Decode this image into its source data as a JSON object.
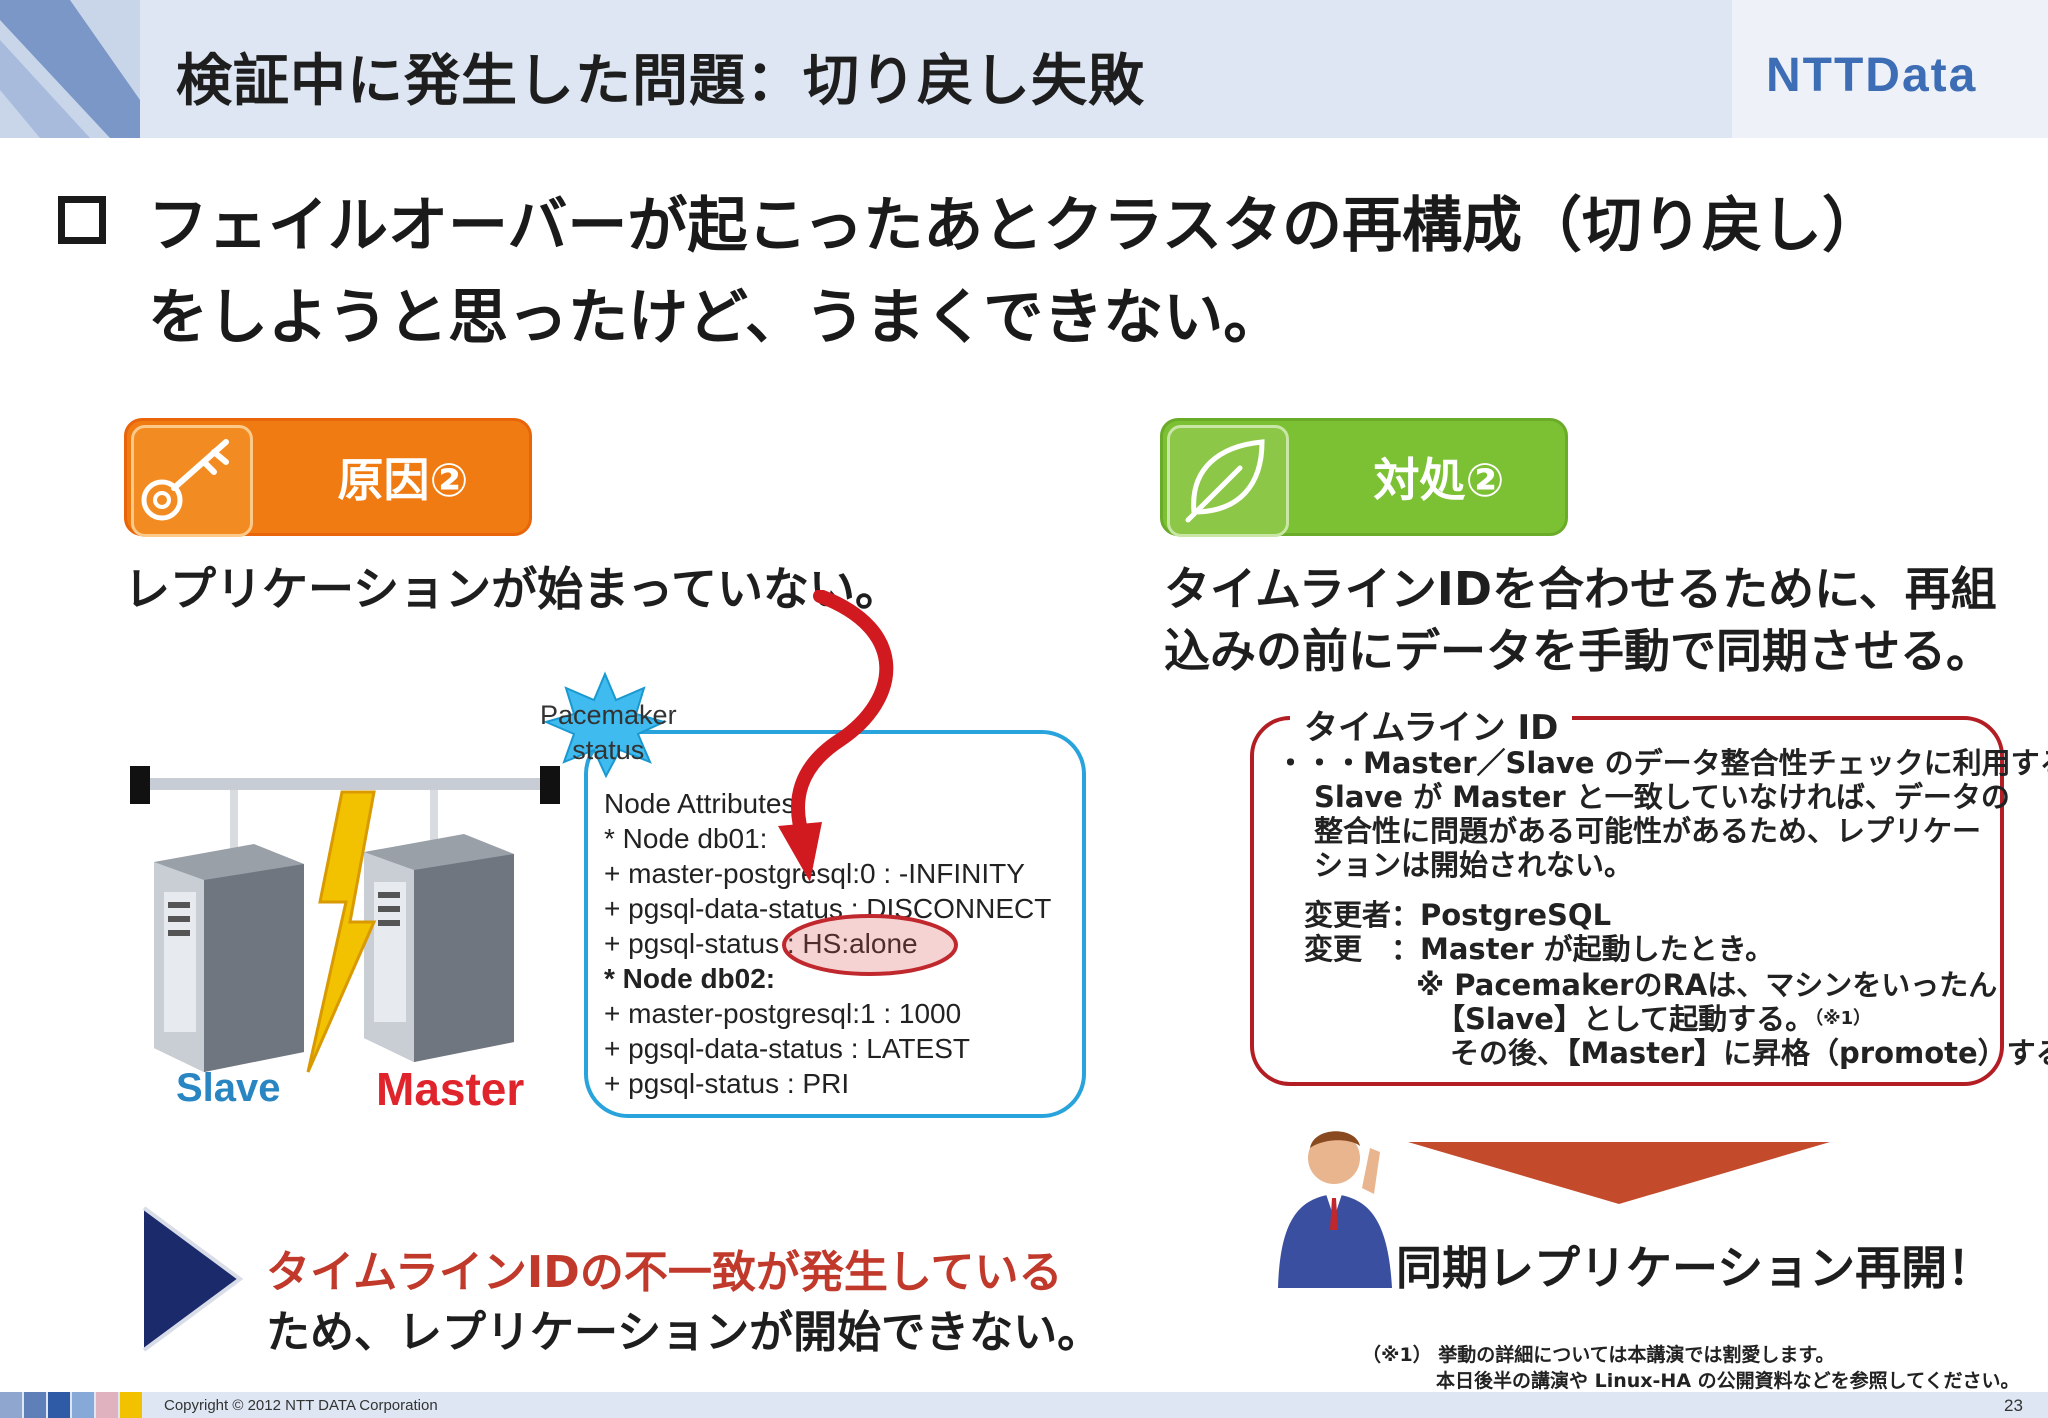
{
  "header": {
    "title": "検証中に発生した問題：切り戻し失敗",
    "logo": "NTTData"
  },
  "headline": {
    "line1": "フェイルオーバーが起こったあとクラスタの再構成（切り戻し）",
    "line2": "をしようと思ったけど、うまくできない。"
  },
  "cause": {
    "label": "原因②",
    "text": "レプリケーションが始まっていない。"
  },
  "remedy": {
    "label": "対処②",
    "line1": "タイムラインIDを合わせるために、再組",
    "line2": "込みの前にデータを手動で同期させる。"
  },
  "diagram": {
    "pacemaker_label_1": "Pacemaker",
    "pacemaker_label_2": "status",
    "slave_label": "Slave",
    "master_label": "Master",
    "status_lines": [
      "Node Attributes:",
      "* Node db01:",
      "+ master-postgresql:0 : -INFINITY",
      "+ pgsql-data-status : DISCONNECT",
      "+ pgsql-status : HS:alone",
      "* Node db02:",
      "+ master-postgresql:1 : 1000",
      "+ pgsql-data-status : LATEST",
      "+ pgsql-status : PRI"
    ]
  },
  "timeline": {
    "title": "タイムライン ID",
    "desc": [
      "・・・Master／Slave のデータ整合性チェックに利用する。",
      "Slave が Master と一致していなければ、データの",
      "整合性に問題がある可能性があるため、レプリケー",
      "ションは開始されない。"
    ],
    "changer": "変更者：PostgreSQL",
    "change": "変更　：Master が起動したとき。",
    "note1": "※ PacemakerのRAは、マシンをいったん",
    "note2": "【Slave】として起動する。",
    "note2_ref": "（※1）",
    "note3": "その後、【Master】に昇格（promote）する。"
  },
  "conclusion": {
    "line1": "タイムラインIDの不一致が発生している",
    "line2": "ため、レプリケーションが開始できない。"
  },
  "restart": "同期レプリケーション再開！",
  "footnote": {
    "line1": "（※1）  挙動の詳細については本講演では割愛します。",
    "line2": "本日後半の講演や Linux-HA の公開資料などを参照してください。"
  },
  "footer": {
    "copyright": "Copyright © 2012 NTT DATA Corporation",
    "page": "23"
  }
}
